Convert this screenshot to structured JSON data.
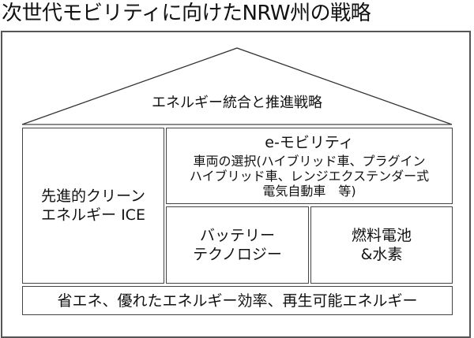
{
  "title": "次世代モビリティに向けたNRW州の戦略",
  "roof": {
    "label": "エネルギー統合と推進戦略"
  },
  "pillars": {
    "clean_ice": {
      "line1": "先進的クリーン",
      "line2": "エネルギー ICE"
    },
    "e_mobility": {
      "heading": "e-モビリティ",
      "line1": "車両の選択(ハイブリッド車、プラグイン",
      "line2": "ハイブリッド車、レンジエクステンダー式",
      "line3": "電気自動車　等)"
    },
    "battery": {
      "line1": "バッテリー",
      "line2": "テクノロジー"
    },
    "fuel_cell": {
      "line1": "燃料電池",
      "line2": "&水素"
    }
  },
  "foundation": {
    "label": "省エネ、優れたエネルギー効率、再生可能エネルギー"
  }
}
